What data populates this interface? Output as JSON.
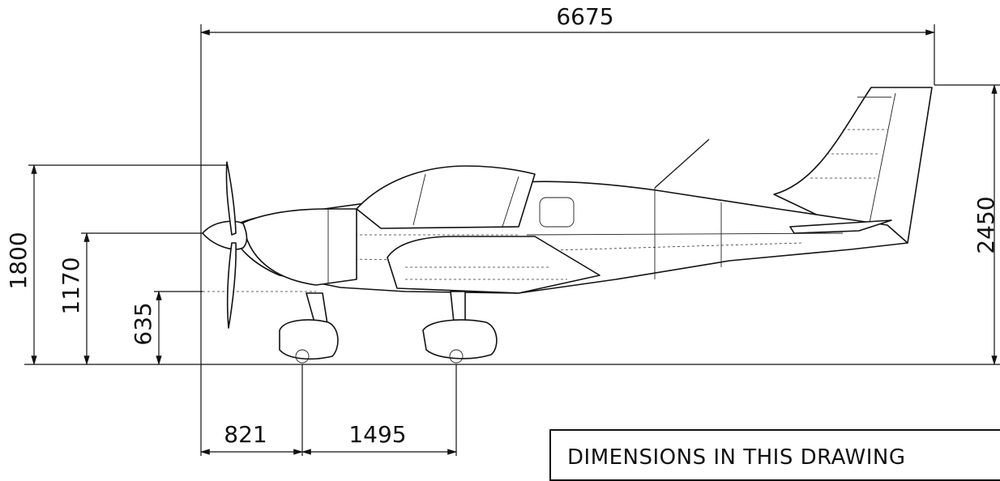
{
  "dimensions": {
    "overall_length": "6675",
    "height_total": "2450",
    "height_1800": "1800",
    "height_1170": "1170",
    "height_635": "635",
    "nose_to_main_gear": "821",
    "main_gear_span": "1495"
  },
  "note": "DIMENSIONS IN THIS DRAWING"
}
